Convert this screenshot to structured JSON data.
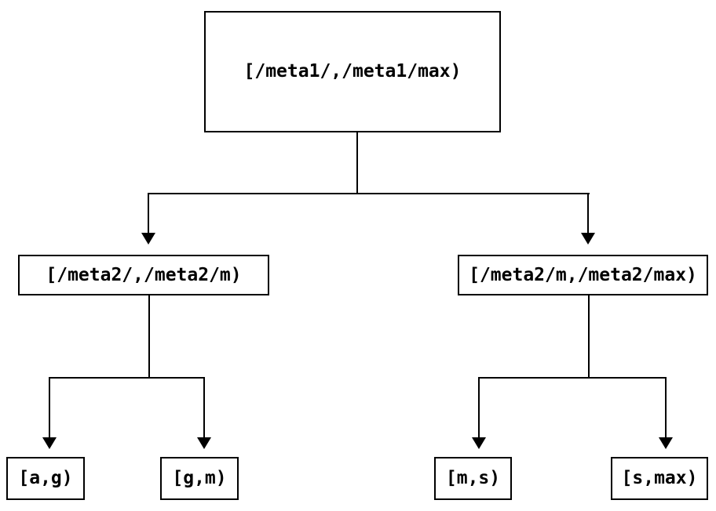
{
  "diagram": {
    "type": "tree",
    "nodes": {
      "root": {
        "label": "[/meta1/,/meta1/max)"
      },
      "left": {
        "label": "[/meta2/,/meta2/m)"
      },
      "right": {
        "label": "[/meta2/m,/meta2/max)"
      },
      "leaf1": {
        "label": "[a,g)"
      },
      "leaf2": {
        "label": "[g,m)"
      },
      "leaf3": {
        "label": "[m,s)"
      },
      "leaf4": {
        "label": "[s,max)"
      }
    },
    "edges": [
      {
        "from": "root",
        "to": "left"
      },
      {
        "from": "root",
        "to": "right"
      },
      {
        "from": "left",
        "to": "leaf1"
      },
      {
        "from": "left",
        "to": "leaf2"
      },
      {
        "from": "right",
        "to": "leaf3"
      },
      {
        "from": "right",
        "to": "leaf4"
      }
    ],
    "colors": {
      "background": "#ffffff",
      "node_fill": "#ffffff",
      "border": "#000000",
      "line": "#000000",
      "text": "#000000"
    }
  }
}
